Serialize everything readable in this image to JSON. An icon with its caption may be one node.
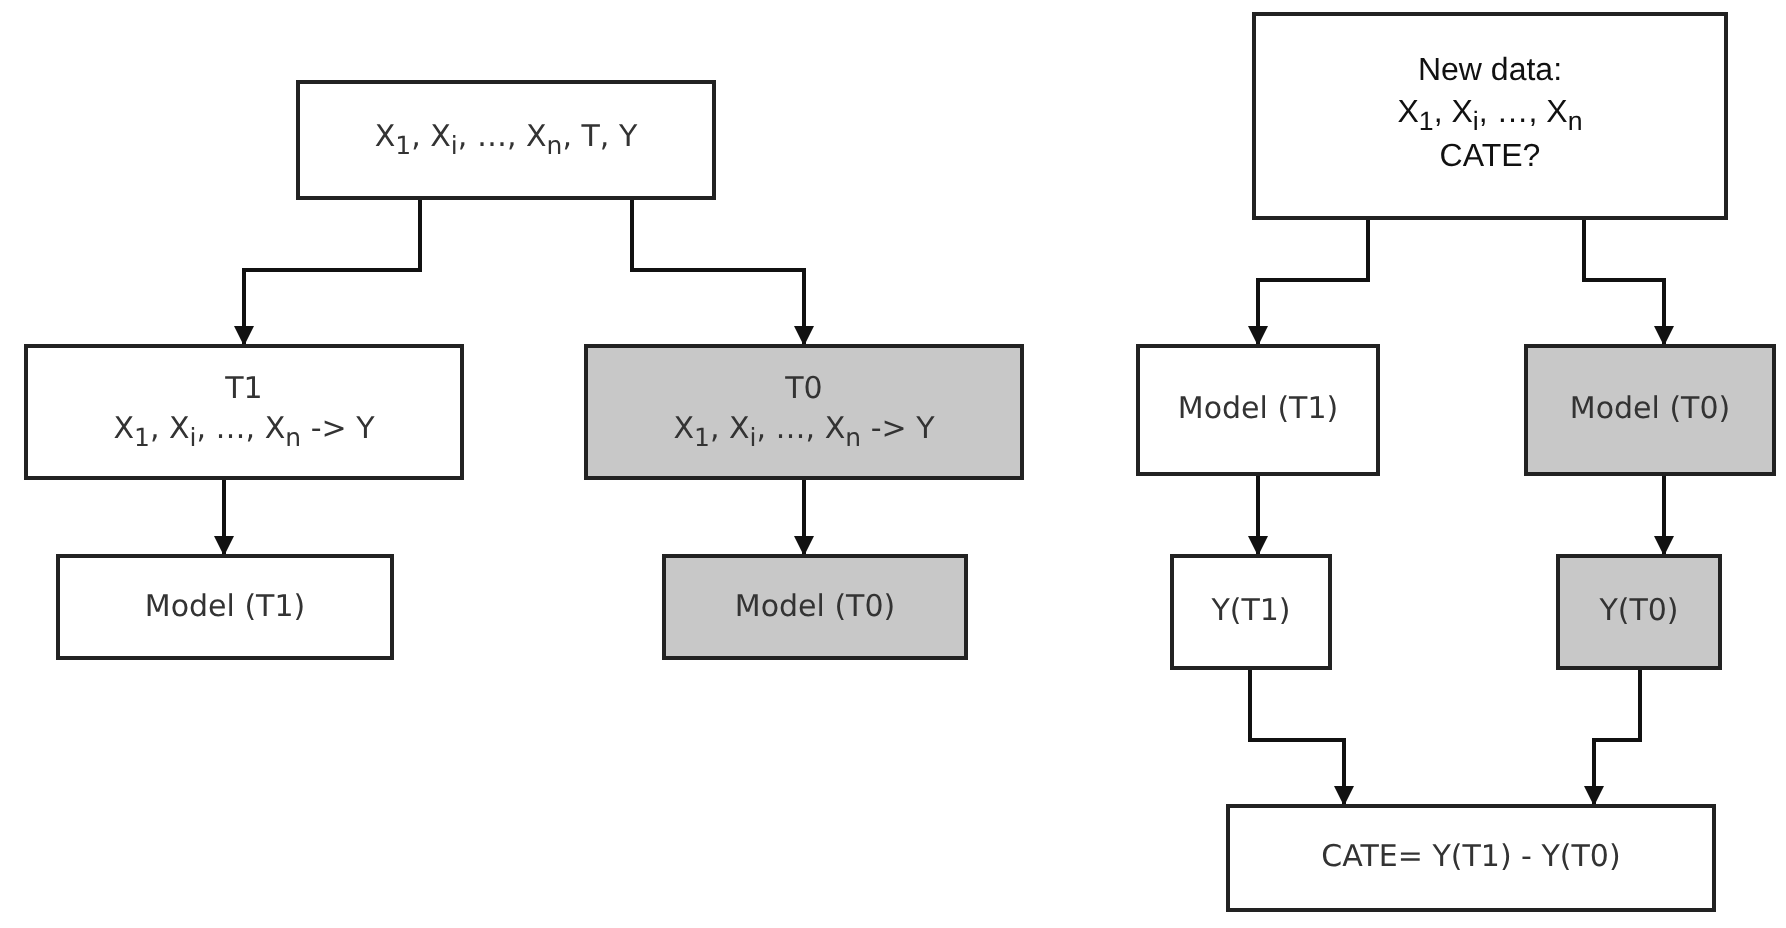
{
  "diagram": {
    "nodes": [
      {
        "text": [
          "X$_{1}$, X$_{i}$, …, X$_{n}$, T, Y"
        ]
      },
      {
        "text": [
          "T1",
          "X$_{1}$, X$_{i}$, …, X$_{n}$ -> Y"
        ]
      },
      {
        "text": [
          "T0",
          "X$_{1}$, X$_{i}$, …, X$_{n}$ -> Y"
        ]
      },
      {
        "text": [
          "Model (T1)"
        ]
      },
      {
        "text": [
          "Model (T0)"
        ]
      },
      {
        "text": [
          "New data:",
          "X$_{1}$, X$_{i}$, …, X$_{n}$",
          "CATE?"
        ]
      },
      {
        "text": [
          "Model (T1)"
        ]
      },
      {
        "text": [
          "Model (T0)"
        ]
      },
      {
        "text": [
          "Y(T1)"
        ]
      },
      {
        "text": [
          "Y(T0)"
        ]
      },
      {
        "text": [
          "CATE= Y(T1) - Y(T0)"
        ]
      }
    ],
    "edges": [
      {
        "from": 0,
        "to": 1,
        "arrow": "to"
      },
      {
        "from": 0,
        "to": 2,
        "arrow": "to"
      },
      {
        "from": 1,
        "to": 3,
        "arrow": "to"
      },
      {
        "from": 2,
        "to": 4,
        "arrow": "to"
      },
      {
        "from": 5,
        "to": 6,
        "arrow": "to"
      },
      {
        "from": 5,
        "to": 7,
        "arrow": "to"
      },
      {
        "from": 6,
        "to": 8,
        "arrow": "to"
      },
      {
        "from": 7,
        "to": 9,
        "arrow": "to"
      },
      {
        "from": 8,
        "to": 10,
        "arrow": "to"
      },
      {
        "from": 9,
        "to": 10,
        "arrow": "to"
      }
    ]
  }
}
